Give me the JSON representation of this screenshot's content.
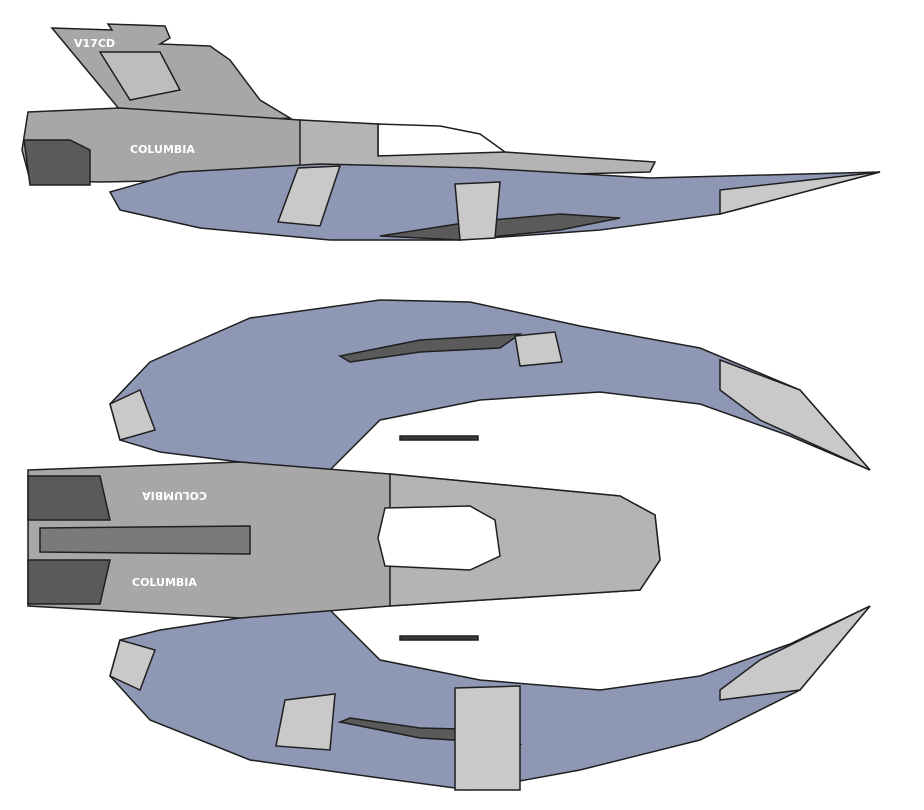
{
  "side_view": {
    "registry": "V17CD",
    "name": "COLUMBIA"
  },
  "top_view": {
    "name_upper_mirrored": "COLUMBIA",
    "name_lower": "COLUMBIA"
  },
  "colors": {
    "background": "#ffffff",
    "hull_gray": "#a7a7a7",
    "hull_light": "#c9c9c9",
    "hull_dark": "#5a5a5a",
    "wing_blue": "#8e97b4",
    "outline": "#1f1f1f"
  }
}
